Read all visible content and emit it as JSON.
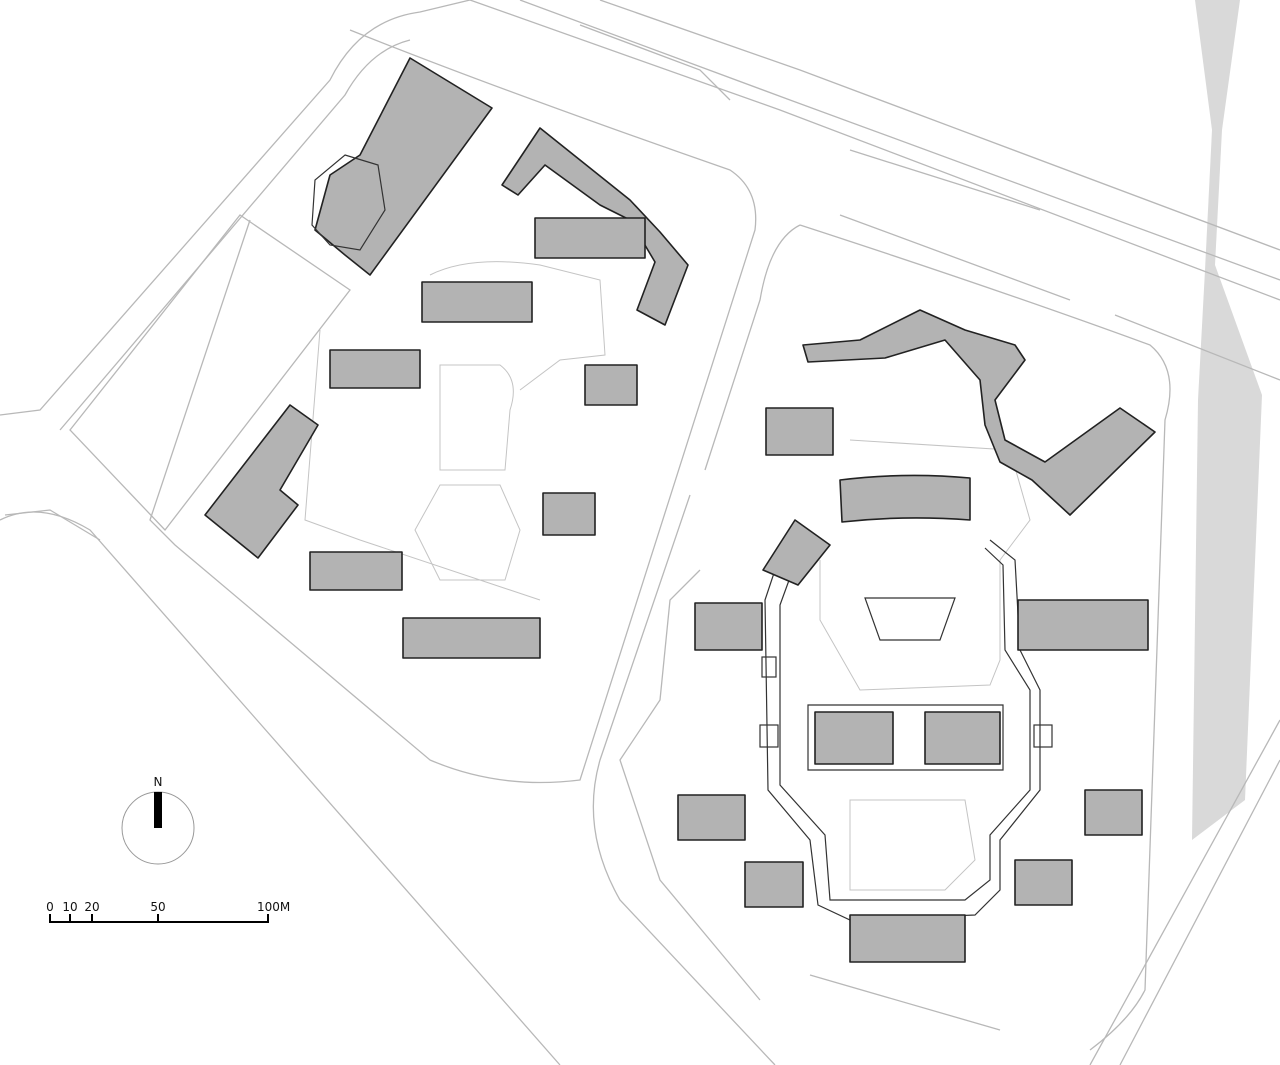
{
  "map": {
    "north_arrow": {
      "label": "N"
    },
    "scale_bar": {
      "ticks": [
        "0",
        "10",
        "20",
        "50",
        "100M"
      ]
    },
    "colors": {
      "building": "#b3b3b3",
      "road": "#b8b8b8",
      "river": "#d9d9d9"
    }
  }
}
